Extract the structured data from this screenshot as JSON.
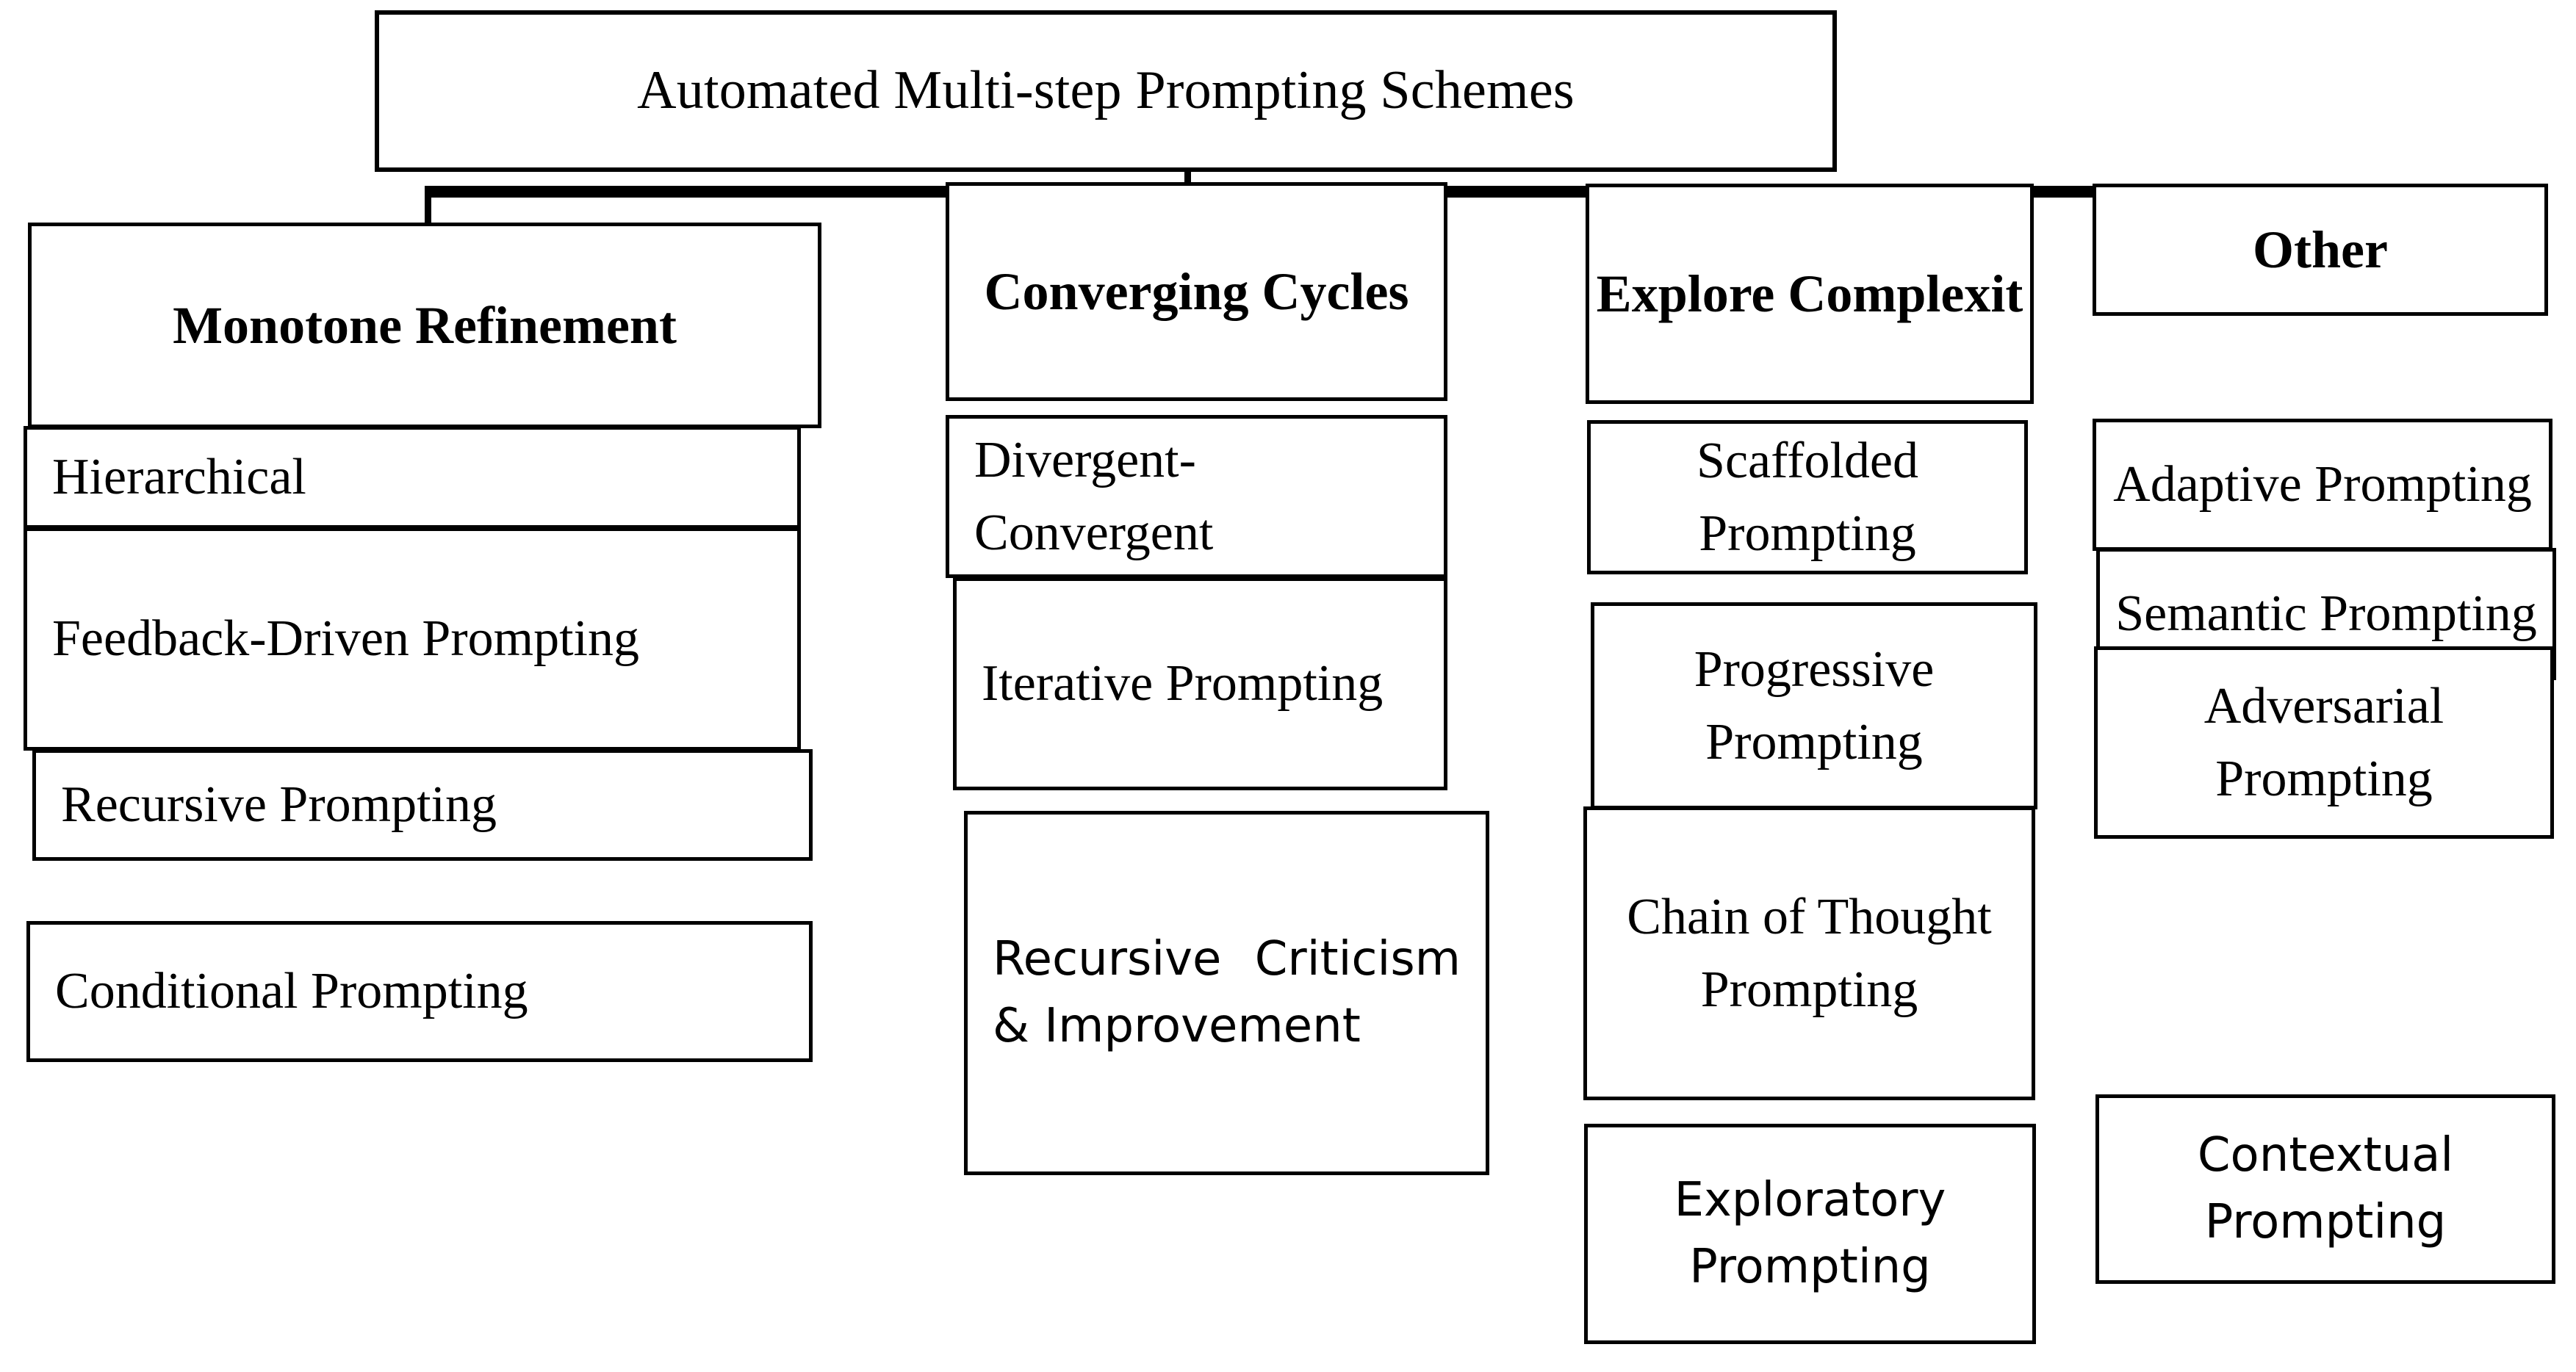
{
  "diagram": {
    "type": "tree",
    "title": "Automated Multi-step Prompting Schemes",
    "root": {
      "label": "Automated Multi-step Prompting Schemes"
    },
    "branches": [
      {
        "label": "Monotone Refinement",
        "children": [
          {
            "label": "Hierarchical"
          },
          {
            "label": "Feedback-Driven Prompting"
          },
          {
            "label": "Recursive Prompting"
          },
          {
            "label": "Conditional Prompting"
          }
        ]
      },
      {
        "label": "Converging Cycles",
        "children": [
          {
            "label": "Divergent-Convergent"
          },
          {
            "label": "Iterative Prompting"
          },
          {
            "label": "Recursive Criticism & Improvement"
          }
        ]
      },
      {
        "label": "Explore Complexit",
        "children": [
          {
            "label": "Scaffolded Prompting"
          },
          {
            "label": "Progressive Prompting"
          },
          {
            "label": "Chain of Thought Prompting"
          },
          {
            "label": "Exploratory Prompting"
          }
        ]
      },
      {
        "label": "Other",
        "children": [
          {
            "label": "Adaptive Prompting"
          },
          {
            "label": "Semantic Prompting"
          },
          {
            "label": "Adversarial Prompting"
          },
          {
            "label": "Contextual Prompting"
          }
        ]
      }
    ]
  },
  "style": {
    "stroke_color": "#000000",
    "fill_color": "#ffffff",
    "text_color": "#000000"
  }
}
